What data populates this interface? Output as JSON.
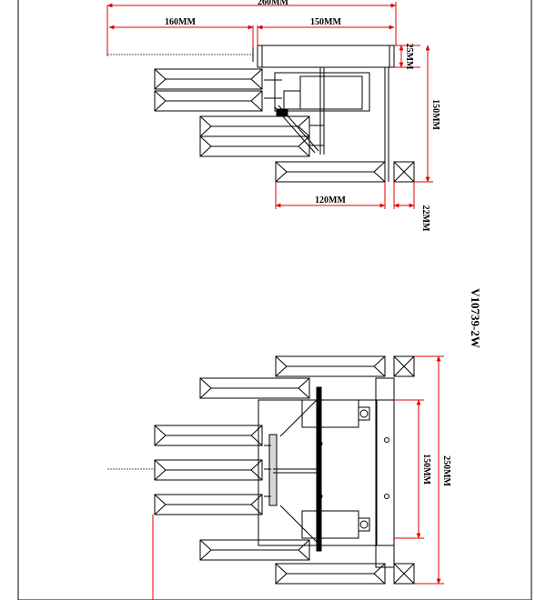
{
  "model": "V10739-2W",
  "side_view": {
    "overall_width": "260MM",
    "arm_reach": "160MM",
    "canopy_width": "150MM",
    "canopy_height": "25MM",
    "total_height": "150MM",
    "shade_width": "120MM",
    "shade_height": "22MM"
  },
  "front_view": {
    "backplate_height": "150MM",
    "total_height": "250MM"
  },
  "colors": {
    "line": "#000000",
    "dimension": "#e00000"
  }
}
